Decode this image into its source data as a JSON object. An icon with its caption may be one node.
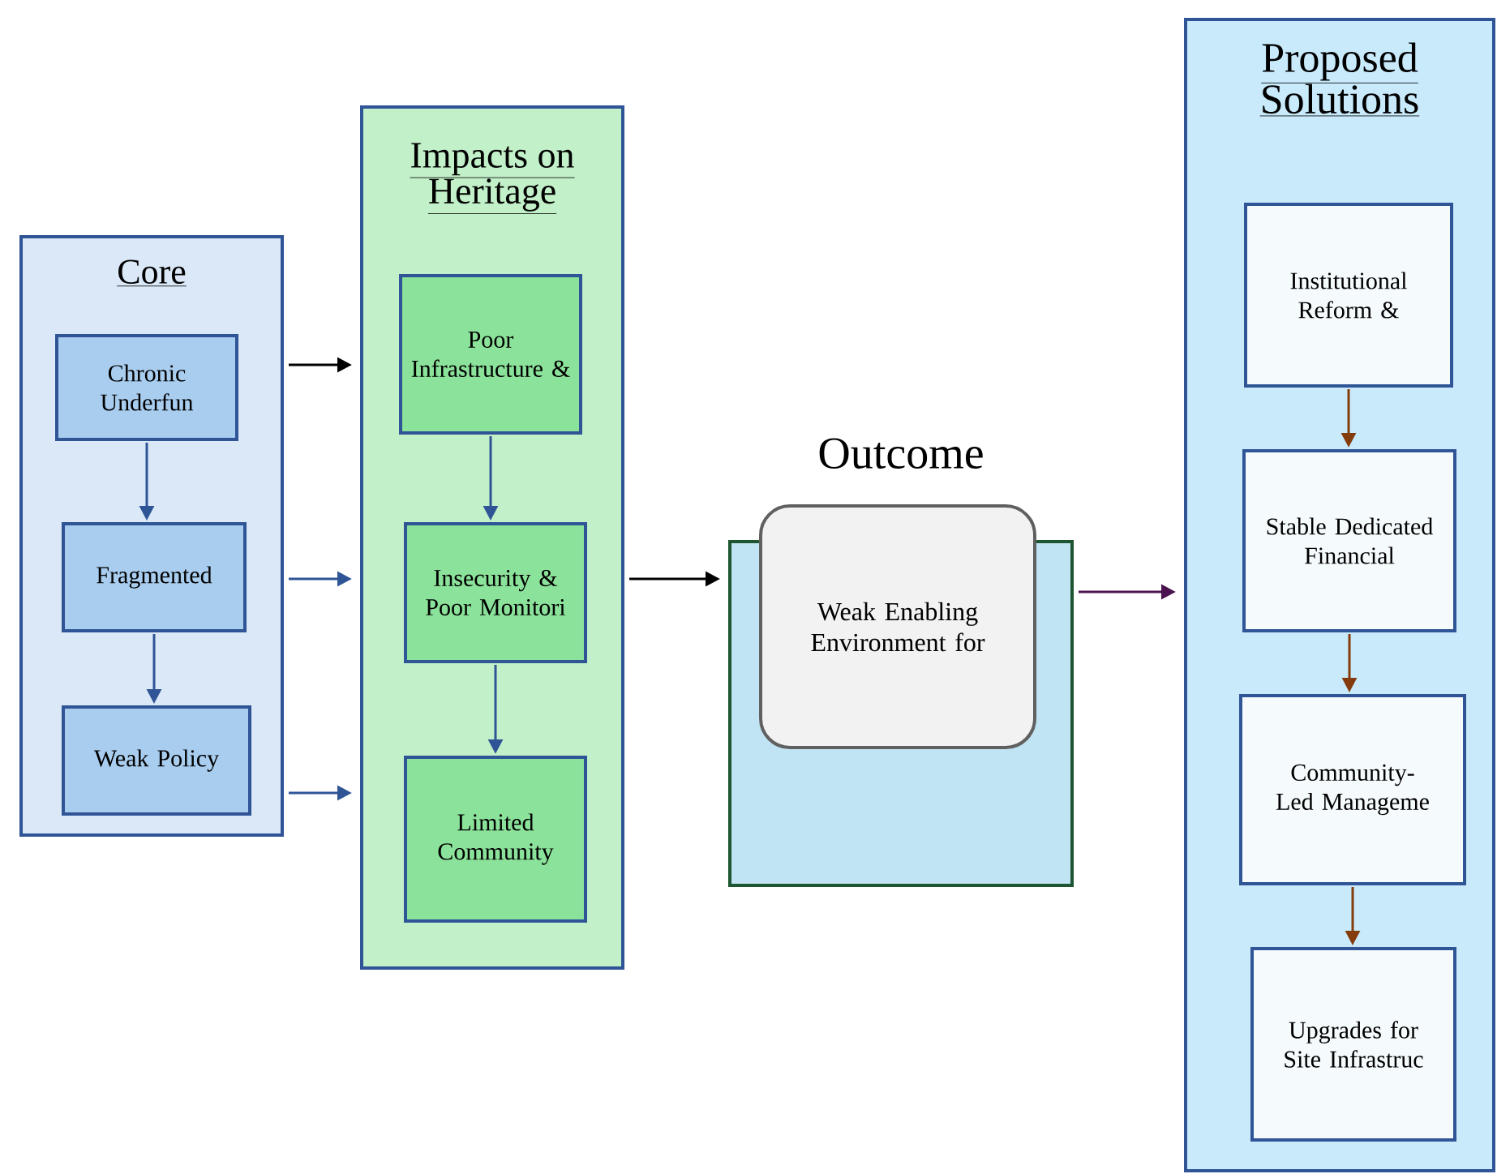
{
  "diagram": {
    "nodes": [
      {
        "text": [
          "Core"
        ]
      },
      {
        "text": [
          "Chronic Underfun"
        ],
        "in": 0
      },
      {
        "text": [
          "Fragmented"
        ],
        "in": 0
      },
      {
        "text": [
          "Weak Policy"
        ],
        "in": 0
      },
      {
        "text": [
          "Impacts on Heritage"
        ]
      },
      {
        "text": [
          "Poor Infrastructure &"
        ],
        "in": 4
      },
      {
        "text": [
          "Insecurity & Poor Monitori"
        ],
        "in": 4
      },
      {
        "text": [
          "Limited Community"
        ],
        "in": 4
      },
      {
        "text": [
          "Outcome"
        ]
      },
      {
        "text": [
          "Weak Enabling Environment for"
        ]
      },
      {
        "text": [
          "Proposed Solutions"
        ]
      },
      {
        "text": [
          "Institutional Reform &"
        ],
        "in": 10
      },
      {
        "text": [
          "Stable Dedicated Financial"
        ],
        "in": 10
      },
      {
        "text": [
          "Community-Led Manageme"
        ],
        "in": 10
      },
      {
        "text": [
          "Upgrades for Site Infrastruc"
        ],
        "in": 10
      }
    ],
    "edges": [
      {
        "from": 1,
        "to": 2,
        "arrow": "to"
      },
      {
        "from": 2,
        "to": 3,
        "arrow": "to"
      },
      {
        "from": 0,
        "to": 4,
        "arrow": "to",
        "color": "#000000"
      },
      {
        "from": 0,
        "to": 4,
        "arrow": "to"
      },
      {
        "from": 0,
        "to": 4,
        "arrow": "to"
      },
      {
        "from": 5,
        "to": 6,
        "arrow": "to"
      },
      {
        "from": 6,
        "to": 7,
        "arrow": "to"
      },
      {
        "from": 4,
        "to": 8,
        "arrow": "to",
        "color": "#000000"
      },
      {
        "from": 8,
        "to": 10,
        "arrow": "to",
        "color": "#4b1450"
      },
      {
        "from": 11,
        "to": 12,
        "arrow": "to",
        "color": "#843c0c"
      },
      {
        "from": 12,
        "to": 13,
        "arrow": "to",
        "color": "#843c0c"
      },
      {
        "from": 13,
        "to": 14,
        "arrow": "to",
        "color": "#843c0c"
      }
    ]
  }
}
